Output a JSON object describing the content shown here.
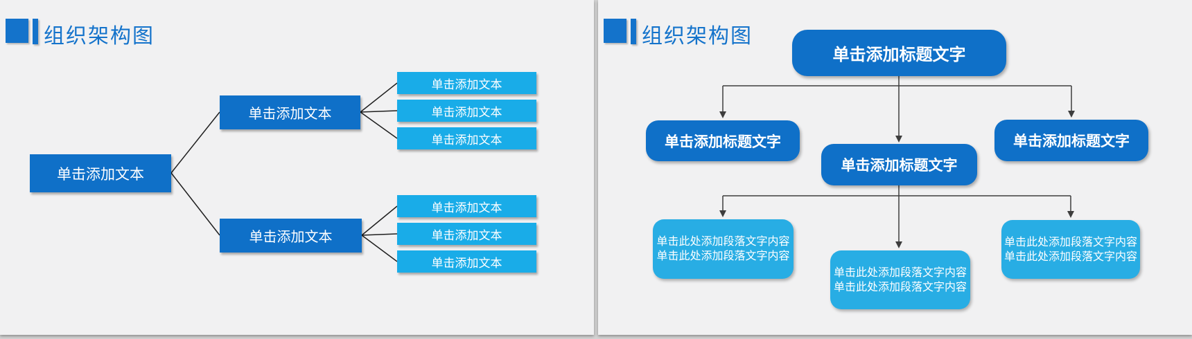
{
  "slide_left": {
    "title": "组织架构图",
    "root_label": "单击添加文本",
    "branch_top_label": "单击添加文本",
    "branch_bottom_label": "单击添加文本",
    "leaves_top": [
      "单击添加文本",
      "单击添加文本",
      "单击添加文本"
    ],
    "leaves_bottom": [
      "单击添加文本",
      "单击添加文本",
      "单击添加文本"
    ]
  },
  "slide_right": {
    "title": "组织架构图",
    "root_label": "单击添加标题文字",
    "child_left_label": "单击添加标题文字",
    "child_middle_label": "单击添加标题文字",
    "child_right_label": "单击添加标题文字",
    "para_left": [
      "单击此处添加段落文字内容",
      "单击此处添加段落文字内容"
    ],
    "para_middle": [
      "单击此处添加段落文字内容",
      "单击此处添加段落文字内容"
    ],
    "para_right": [
      "单击此处添加段落文字内容",
      "单击此处添加段落文字内容"
    ]
  },
  "colors": {
    "primary_blue": "#0f70c8",
    "light_blue_left": "#19ace8",
    "light_blue_right": "#28ade4",
    "title_blue": "#1473cb",
    "connector_left": "#1f1f1f",
    "connector_right": "#3d3d3d"
  }
}
